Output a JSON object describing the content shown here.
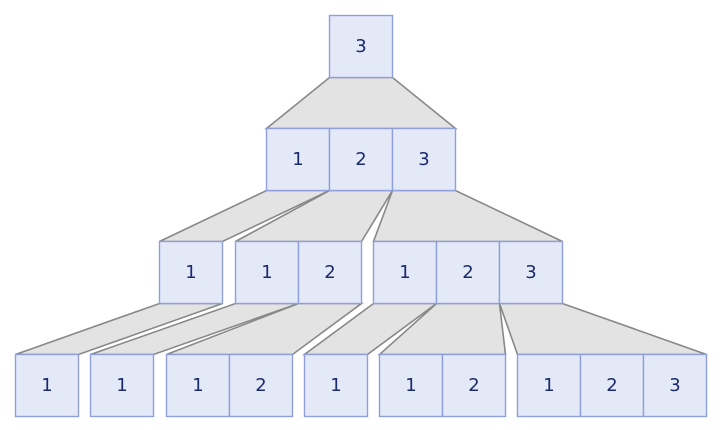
{
  "tree": {
    "colors": {
      "cell_fill": "#e4e9f7",
      "cell_stroke": "#8e9fd9",
      "cell_divider": "#7f92d3",
      "text": "#1a2a6c",
      "connector_fill": "#e3e3e3",
      "connector_stroke": "#888888"
    },
    "levels": [
      [
        {
          "id": "L0N0",
          "values": [
            "3"
          ]
        }
      ],
      [
        {
          "id": "L1N0",
          "values": [
            "1",
            "2",
            "3"
          ]
        }
      ],
      [
        {
          "id": "L2N0",
          "values": [
            "1"
          ]
        },
        {
          "id": "L2N1",
          "values": [
            "1",
            "2"
          ]
        },
        {
          "id": "L2N2",
          "values": [
            "1",
            "2",
            "3"
          ]
        }
      ],
      [
        {
          "id": "L3N0",
          "values": [
            "1"
          ]
        },
        {
          "id": "L3N1",
          "values": [
            "1"
          ]
        },
        {
          "id": "L3N2",
          "values": [
            "1",
            "2"
          ]
        },
        {
          "id": "L3N3",
          "values": [
            "1"
          ]
        },
        {
          "id": "L3N4",
          "values": [
            "1",
            "2"
          ]
        },
        {
          "id": "L3N5",
          "values": [
            "1",
            "2",
            "3"
          ]
        }
      ]
    ],
    "edges": [
      {
        "parent": "L0N0",
        "cell": 0,
        "child": "L1N0"
      },
      {
        "parent": "L1N0",
        "cell": 0,
        "child": "L2N0"
      },
      {
        "parent": "L1N0",
        "cell": 1,
        "child": "L2N1"
      },
      {
        "parent": "L1N0",
        "cell": 2,
        "child": "L2N2"
      },
      {
        "parent": "L2N0",
        "cell": 0,
        "child": "L3N0"
      },
      {
        "parent": "L2N1",
        "cell": 0,
        "child": "L3N1"
      },
      {
        "parent": "L2N1",
        "cell": 1,
        "child": "L3N2"
      },
      {
        "parent": "L2N2",
        "cell": 0,
        "child": "L3N3"
      },
      {
        "parent": "L2N2",
        "cell": 1,
        "child": "L3N4"
      },
      {
        "parent": "L2N2",
        "cell": 2,
        "child": "L3N5"
      }
    ]
  }
}
